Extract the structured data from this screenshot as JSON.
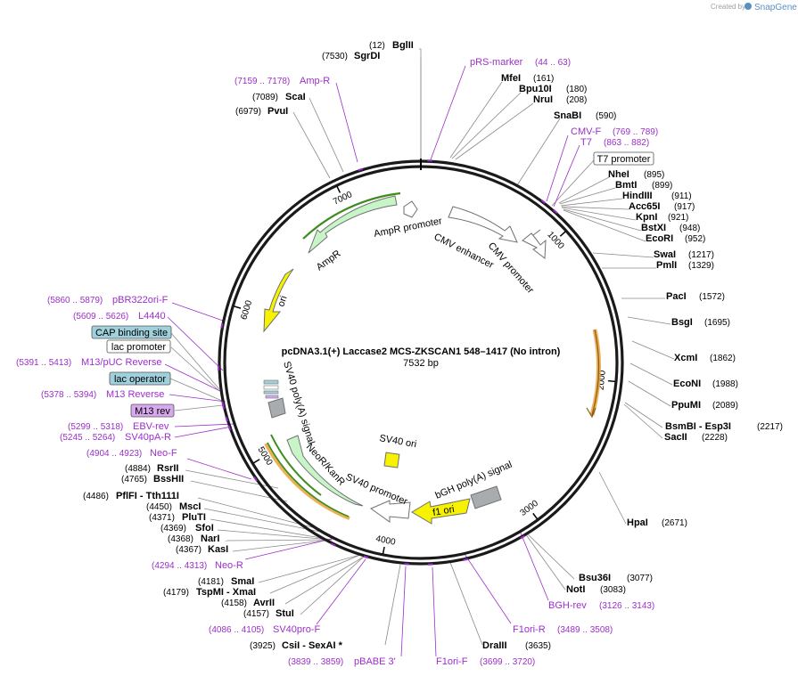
{
  "credit": {
    "text": "Created by",
    "brand": "SnapGene"
  },
  "plasmid": {
    "name": "pcDNA3.1(+) Laccase2 MCS-ZKSCAN1 548–1417 (No intron)",
    "length_text": "7532 bp",
    "length": 7532
  },
  "ticks": [
    "1000",
    "2000",
    "3000",
    "4000",
    "5000",
    "6000",
    "7000"
  ],
  "enzymes": [
    {
      "pos": "(12)",
      "name": "BglII",
      "bp": 12
    },
    {
      "pos": "(7530)",
      "name": "SgrDI",
      "bp": 7530
    },
    {
      "pos": "(161)",
      "name": "MfeI",
      "bp": 161
    },
    {
      "pos": "(180)",
      "name": "Bpu10I",
      "bp": 180
    },
    {
      "pos": "(208)",
      "name": "NruI",
      "bp": 208
    },
    {
      "pos": "(590)",
      "name": "SnaBI",
      "bp": 590
    },
    {
      "pos": "(895)",
      "name": "NheI",
      "bp": 895
    },
    {
      "pos": "(899)",
      "name": "BmtI",
      "bp": 899
    },
    {
      "pos": "(911)",
      "name": "HindIII",
      "bp": 911
    },
    {
      "pos": "(917)",
      "name": "Acc65I",
      "bp": 917
    },
    {
      "pos": "(921)",
      "name": "KpnI",
      "bp": 921
    },
    {
      "pos": "(948)",
      "name": "BstXI",
      "bp": 948
    },
    {
      "pos": "(952)",
      "name": "EcoRI",
      "bp": 952
    },
    {
      "pos": "(1217)",
      "name": "SwaI",
      "bp": 1217
    },
    {
      "pos": "(1329)",
      "name": "PmlI",
      "bp": 1329
    },
    {
      "pos": "(1572)",
      "name": "PacI",
      "bp": 1572
    },
    {
      "pos": "(1695)",
      "name": "BsgI",
      "bp": 1695
    },
    {
      "pos": "(1862)",
      "name": "XcmI",
      "bp": 1862
    },
    {
      "pos": "(1988)",
      "name": "EcoNI",
      "bp": 1988
    },
    {
      "pos": "(2089)",
      "name": "PpuMI",
      "bp": 2089
    },
    {
      "pos": "(2217)",
      "name": "BsmBI - Esp3I",
      "bp": 2217
    },
    {
      "pos": "(2228)",
      "name": "SacII",
      "bp": 2228
    },
    {
      "pos": "(2671)",
      "name": "HpaI",
      "bp": 2671
    },
    {
      "pos": "(3077)",
      "name": "Bsu36I",
      "bp": 3077
    },
    {
      "pos": "(3083)",
      "name": "NotI",
      "bp": 3083
    },
    {
      "pos": "(3635)",
      "name": "DraIII",
      "bp": 3635
    },
    {
      "pos": "(3925)",
      "name": "CsiI - SexAI *",
      "bp": 3925
    },
    {
      "pos": "(4157)",
      "name": "StuI",
      "bp": 4157
    },
    {
      "pos": "(4158)",
      "name": "AvrII",
      "bp": 4158
    },
    {
      "pos": "(4179)",
      "name": "TspMI - XmaI",
      "bp": 4179
    },
    {
      "pos": "(4181)",
      "name": "SmaI",
      "bp": 4181
    },
    {
      "pos": "(4367)",
      "name": "KasI",
      "bp": 4367
    },
    {
      "pos": "(4368)",
      "name": "NarI",
      "bp": 4368
    },
    {
      "pos": "(4369)",
      "name": "SfoI",
      "bp": 4369
    },
    {
      "pos": "(4371)",
      "name": "PluTI",
      "bp": 4371
    },
    {
      "pos": "(4450)",
      "name": "MscI",
      "bp": 4450
    },
    {
      "pos": "(4486)",
      "name": "PflFI - Tth111I",
      "bp": 4486
    },
    {
      "pos": "(4765)",
      "name": "BssHII",
      "bp": 4765
    },
    {
      "pos": "(4884)",
      "name": "RsrII",
      "bp": 4884
    },
    {
      "pos": "(6979)",
      "name": "PvuI",
      "bp": 6979
    },
    {
      "pos": "(7089)",
      "name": "ScaI",
      "bp": 7089
    }
  ],
  "primers": [
    {
      "name": "pRS-marker",
      "range": "(44 .. 63)",
      "bp": 53
    },
    {
      "name": "Amp-R",
      "range": "(7159 .. 7178)",
      "bp": 7168
    },
    {
      "name": "CMV-F",
      "range": "(769 .. 789)",
      "bp": 779
    },
    {
      "name": "T7",
      "range": "(863 .. 882)",
      "bp": 872
    },
    {
      "name": "BGH-rev",
      "range": "(3126 .. 3143)",
      "bp": 3134
    },
    {
      "name": "F1ori-R",
      "range": "(3489 .. 3508)",
      "bp": 3498
    },
    {
      "name": "F1ori-F",
      "range": "(3699 .. 3720)",
      "bp": 3709
    },
    {
      "name": "pBABE 3'",
      "range": "(3839 .. 3859)",
      "bp": 3849
    },
    {
      "name": "SV40pro-F",
      "range": "(4086 .. 4105)",
      "bp": 4095
    },
    {
      "name": "Neo-R",
      "range": "(4294 .. 4313)",
      "bp": 4303
    },
    {
      "name": "Neo-F",
      "range": "(4904 .. 4923)",
      "bp": 4913
    },
    {
      "name": "SV40pA-R",
      "range": "(5245 .. 5264)",
      "bp": 5254
    },
    {
      "name": "EBV-rev",
      "range": "(5299 .. 5318)",
      "bp": 5308
    },
    {
      "name": "M13 Reverse",
      "range": "(5378 .. 5394)",
      "bp": 5386
    },
    {
      "name": "M13/pUC Reverse",
      "range": "(5391 .. 5413)",
      "bp": 5402
    },
    {
      "name": "L4440",
      "range": "(5609 .. 5626)",
      "bp": 5617
    },
    {
      "name": "pBR322ori-F",
      "range": "(5860 .. 5879)",
      "bp": 5869
    }
  ],
  "boxes": [
    {
      "text": "T7 promoter",
      "fill": "#ffffff"
    },
    {
      "text": "CAP binding site",
      "fill": "#9fd0dc"
    },
    {
      "text": "lac promoter",
      "fill": "#ffffff"
    },
    {
      "text": "lac operator",
      "fill": "#9fd0dc"
    },
    {
      "text": "M13 rev",
      "fill": "#d7a8ee"
    }
  ],
  "features": {
    "ampr_promoter": "AmpR promoter",
    "ampr": "AmpR",
    "cmv_enhancer": "CMV enhancer",
    "cmv_promoter": "CMV promoter",
    "ori": "ori",
    "sv40_polya": "SV40 poly(A) signal",
    "neor": "NeoR/KanR",
    "sv40_promoter": "SV40 promoter",
    "sv40_ori": "SV40 ori",
    "f1_ori": "f1 ori",
    "bgh_polya": "bGH poly(A) signal"
  },
  "colors": {
    "backbone": "#1a1a1a",
    "primer": "#9b2fc9",
    "ampr": "#c8f5c8",
    "ori": "#f7f200",
    "orf": "#e8a33c",
    "bgh": "#a9acae",
    "feature_outline": "#707070"
  }
}
